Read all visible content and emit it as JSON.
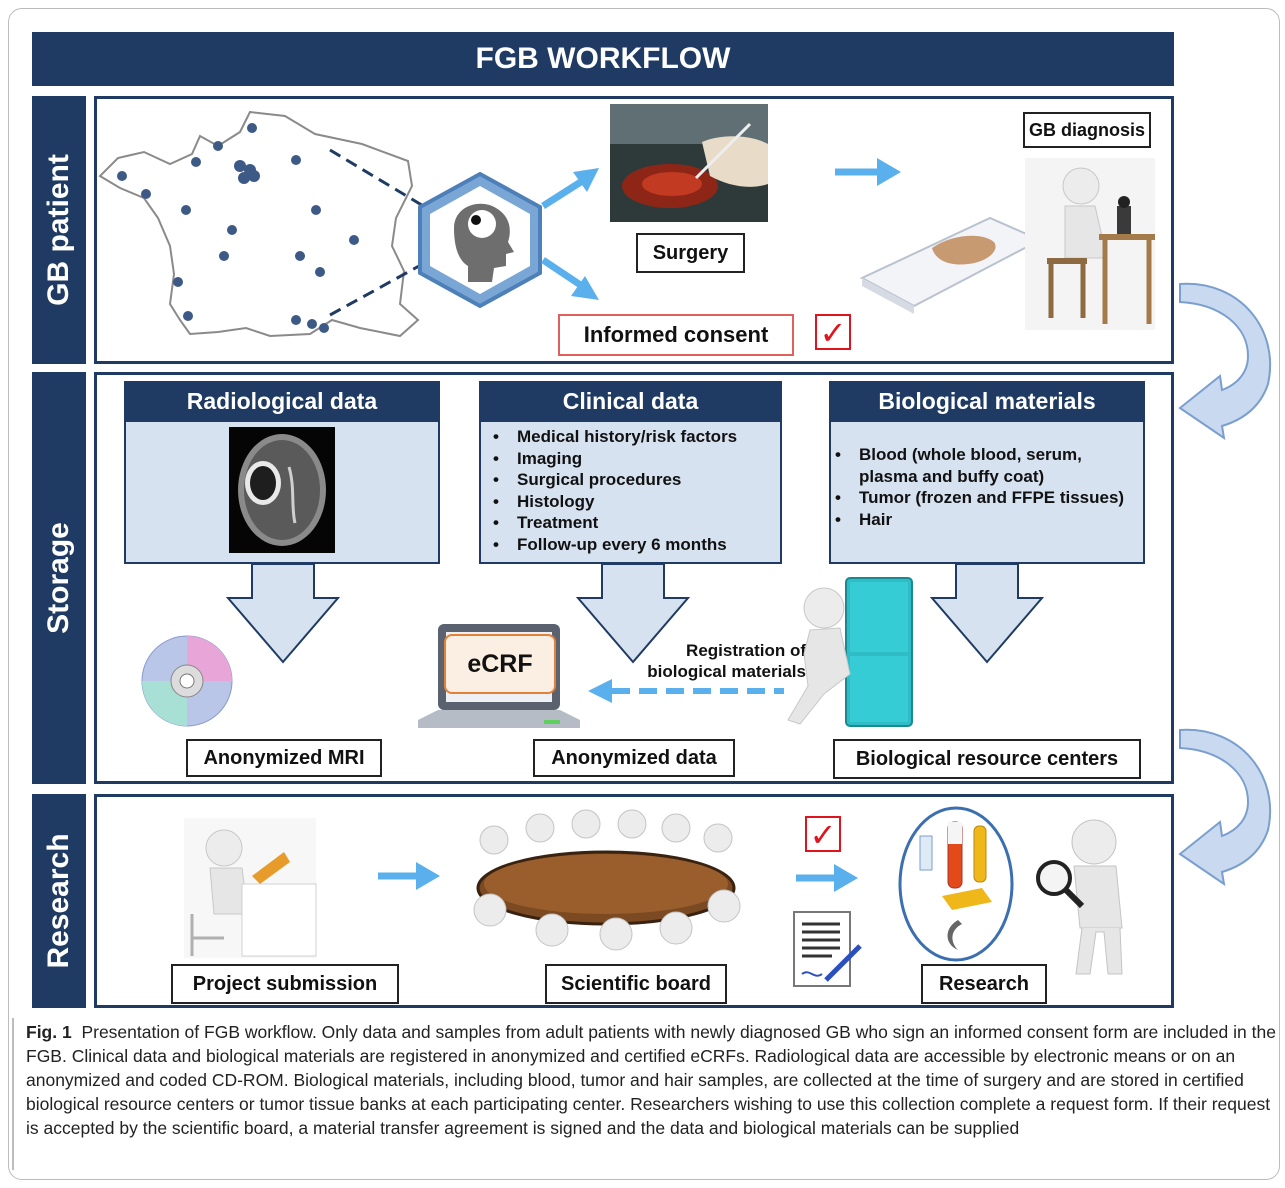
{
  "title": "FGB WORKFLOW",
  "rows": {
    "patient": "GB patient",
    "storage": "Storage",
    "research": "Research"
  },
  "patient": {
    "surgery_label": "Surgery",
    "diagnosis_label": "GB diagnosis",
    "consent_label": "Informed consent",
    "check_mark": "✓"
  },
  "storage": {
    "radiological": {
      "header": "Radiological data",
      "output_label": "Anonymized MRI"
    },
    "clinical": {
      "header": "Clinical data",
      "items": [
        "Medical history/risk factors",
        "Imaging",
        "Surgical procedures",
        "Histology",
        "Treatment",
        "Follow-up every 6 months"
      ],
      "output_label": "Anonymized data"
    },
    "biological": {
      "header": "Biological materials",
      "items": [
        "Blood (whole blood, serum, plasma and buffy coat)",
        "Tumor (frozen and FFPE tissues)",
        "Hair"
      ],
      "output_label": "Biological resource centers"
    },
    "ecrf_label": "eCRF",
    "registration_label": "Registration of biological materials"
  },
  "research": {
    "project_label": "Project submission",
    "board_label": "Scientific board",
    "research_label": "Research",
    "check_mark": "✓"
  },
  "caption": {
    "fig": "Fig. 1",
    "text": "Presentation of FGB workflow. Only data and samples from adult patients with newly diagnosed GB who sign an informed consent form are included in the FGB. Clinical data and biological materials are registered in anonymized and certified eCRFs. Radiological data are accessible by electronic means or on an anonymized and coded CD-ROM. Biological materials, including blood, tumor and hair samples, are collected at the time of surgery and are stored in certified biological resource centers or tumor tissue banks at each participating center. Researchers wishing to use this collection complete a request form. If their request is accepted by the scientific board, a material transfer agreement is signed and the data and biological materials can be supplied"
  },
  "colors": {
    "navy": "#1f3b63",
    "light_blue": "#d7e2f1",
    "arrow_blue": "#5ab0ec",
    "check_red": "#e0141c",
    "consent_border": "#e06060"
  }
}
